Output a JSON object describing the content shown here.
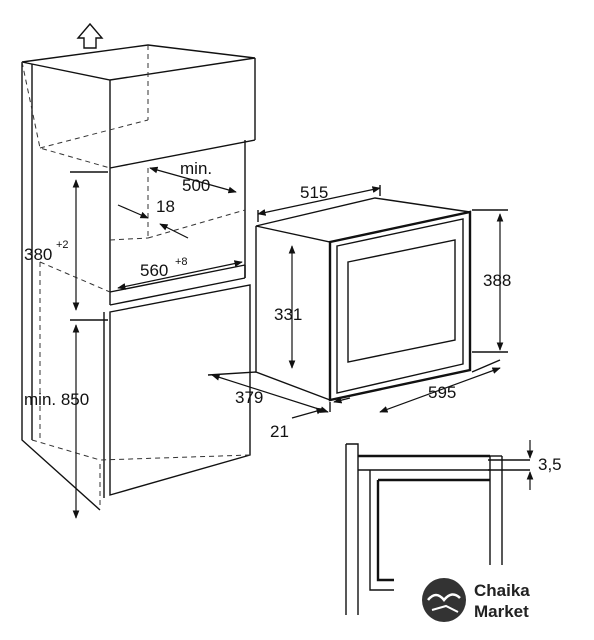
{
  "dimensions": {
    "min_500": "min.\n500",
    "d18": "18",
    "d380": "380",
    "d380_tol": "+2",
    "d560": "560",
    "d560_tol": "+8",
    "min_850": "min. 850",
    "d515": "515",
    "d331": "331",
    "d388": "388",
    "d379": "379",
    "d595": "595",
    "d21": "21",
    "d3_5": "3,5"
  },
  "logo": {
    "line1": "Chaika",
    "line2": "Market"
  },
  "colors": {
    "stroke": "#111111",
    "logo": "#222222"
  }
}
